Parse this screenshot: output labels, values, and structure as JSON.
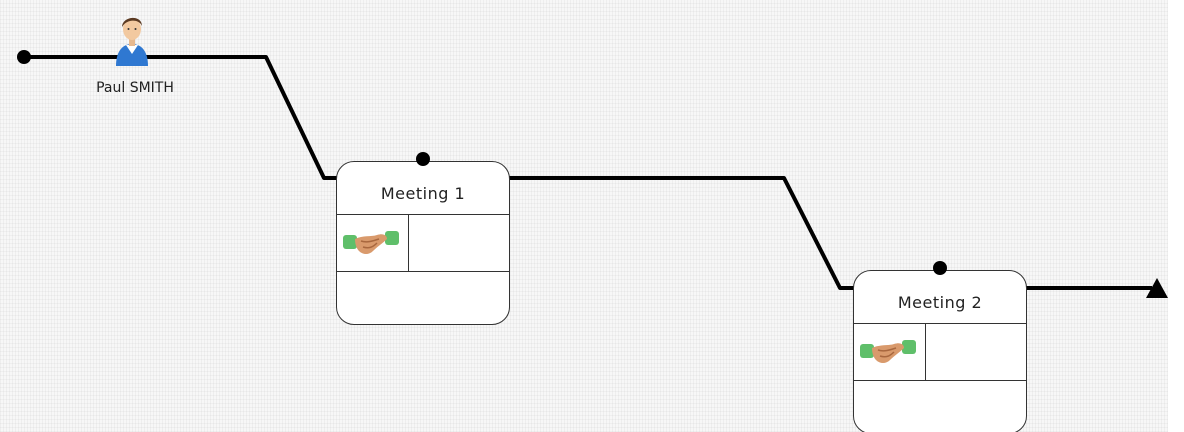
{
  "actor": {
    "name": "Paul SMITH",
    "icon": "user-icon"
  },
  "nodes": [
    {
      "title": "Meeting 1",
      "icon": "handshake-icon"
    },
    {
      "title": "Meeting 2",
      "icon": "handshake-icon"
    }
  ],
  "colors": {
    "line": "#000000",
    "node_border": "#333333",
    "background": "#f7f7f7"
  }
}
